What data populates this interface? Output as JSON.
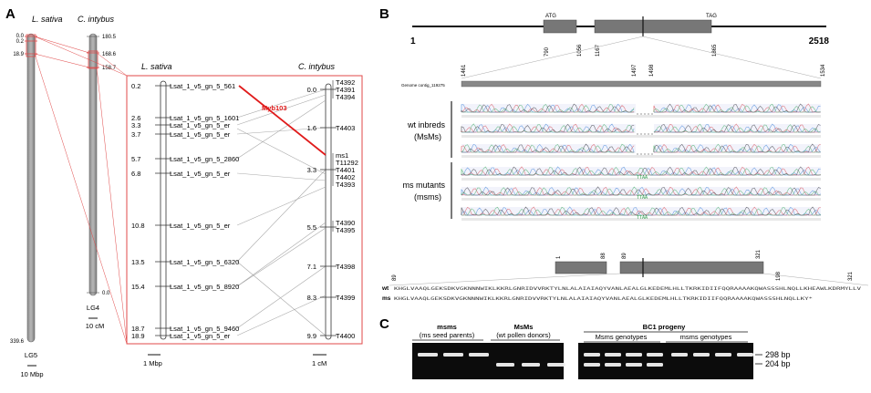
{
  "panel_a": {
    "letter": "A",
    "species_left": "L. sativa",
    "species_right": "C. intybus",
    "lg_left": "LG5",
    "lg_right": "LG4",
    "overview_ticks_left": [
      "0.0",
      "0.2",
      "18.9",
      "339.6"
    ],
    "overview_ticks_right": [
      "180.5",
      "168.6",
      "158.7",
      "0.0"
    ],
    "scale_right_overview": "10 cM",
    "scale_left_overview": "10 Mbp",
    "zoom_species_left": "L. sativa",
    "zoom_species_right": "C. intybus",
    "left_positions": [
      "0.2",
      "2.6",
      "3.3",
      "3.7",
      "5.7",
      "6.8",
      "10.8",
      "13.5",
      "15.4",
      "18.7",
      "18.9"
    ],
    "left_genes": [
      "Lsat_1_v5_gn_5_561",
      "Lsat_1_v5_gn_5_1601",
      "Lsat_1_v5_gn_5_er",
      "Lsat_1_v5_gn_5_er",
      "Lsat_1_v5_gn_5_2860",
      "Lsat_1_v5_gn_5_er",
      "Lsat_1_v5_gn_5_er",
      "Lsat_1_v5_gn_5_6320",
      "Lsat_1_v5_gn_5_8920",
      "Lsat_1_v5_gn_5_9460",
      "Lsat_1_v5_gn_5_er"
    ],
    "right_positions": [
      "0.0",
      "1.6",
      "3.3",
      "5.5",
      "7.1",
      "8.3",
      "9.9"
    ],
    "right_markers": [
      "T4392",
      "T4391",
      "T4394",
      "T4403",
      "ms1",
      "T11292",
      "T4401",
      "T4402",
      "T4393",
      "T4390",
      "T4395",
      "T4398",
      "T4399",
      "T4400"
    ],
    "highlight": "Myb103",
    "scale_zoom_left": "1 Mbp",
    "scale_zoom_right": "1 cM"
  },
  "panel_b": {
    "letter": "B",
    "gene_start": "1",
    "gene_end": "2518",
    "atg": "ATG",
    "tag": "TAG",
    "coords": [
      "790",
      "1056",
      "1167",
      "1865"
    ],
    "contig_coords": [
      "1461",
      "1497",
      "1498",
      "1534"
    ],
    "contig_name": "Genome contig_119275",
    "group1_line1": "wt inbreds",
    "group1_line2": "(MsMs)",
    "group2_line1": "ms mutants",
    "group2_line2": "(msms)",
    "insertion": "TTAA",
    "protein_coords": [
      "1",
      "88",
      "89",
      "321"
    ],
    "prot_end_coords": [
      "89",
      "198",
      "321"
    ],
    "wt_label": "wt",
    "ms_label": "ms",
    "wt_seq": "KHGLVAAQLGEKSDKVGKNNNWIKLKKRLGNRIDVVRKTYLNLALAIAIAQYVANLAEALGLKEDEMLHLLTKRKIDIIFQQRAAAAKQWASSSHLNQLLKHEAWLKDRMYLLV",
    "ms_seq": "KHGLVAAQLGEKSDKVGKNNNWIKLKKRLGNRIDVVRKTYLNLALAIAIAQYVANLAEALGLKEDEMLHLLTKRKIDIIFQQRAAAAKQWASSSHLNQLLKY*"
  },
  "panel_c": {
    "letter": "C",
    "g1_title": "msms",
    "g1_sub": "(ms seed parents)",
    "g2_title": "MsMs",
    "g2_sub": "(wt pollen donors)",
    "g3_title": "BC1 progeny",
    "g3_sub1": "Msms genotypes",
    "g3_sub2": "msms genotypes",
    "band1": "298 bp",
    "band2": "204 bp"
  }
}
